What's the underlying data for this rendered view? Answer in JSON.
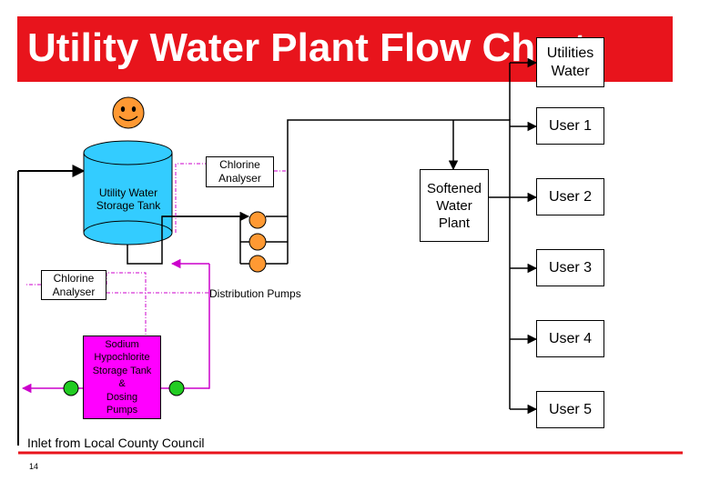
{
  "title": "Utility Water Plant Flow Chart",
  "utilities_box": "Utilities\nWater",
  "users": [
    "User 1",
    "User 2",
    "User 3",
    "User 4",
    "User 5"
  ],
  "softened_plant": "Softened\nWater\nPlant",
  "chlorine_analyser_top": "Chlorine\nAnalyser",
  "chlorine_analyser_left": "Chlorine\nAnalyser",
  "storage_tank": "Utility Water\nStorage Tank",
  "distribution_pumps": "Distribution Pumps",
  "sodium_box": "Sodium\nHypochlorite\nStorage Tank\n&\nDosing\nPumps",
  "inlet": "Inlet from Local County Council",
  "page_number": "14",
  "colors": {
    "banner": "#e8141c",
    "tank": "#33ccff",
    "sodium": "#ff00ff",
    "dashed_line": "#cc00cc",
    "pump_orange": "#ff9933",
    "pump_green": "#22cc22",
    "face": "#ff9933",
    "bottom_rule": "#e8141c"
  },
  "icons": [
    "smiley-face-icon",
    "pump-icon"
  ]
}
